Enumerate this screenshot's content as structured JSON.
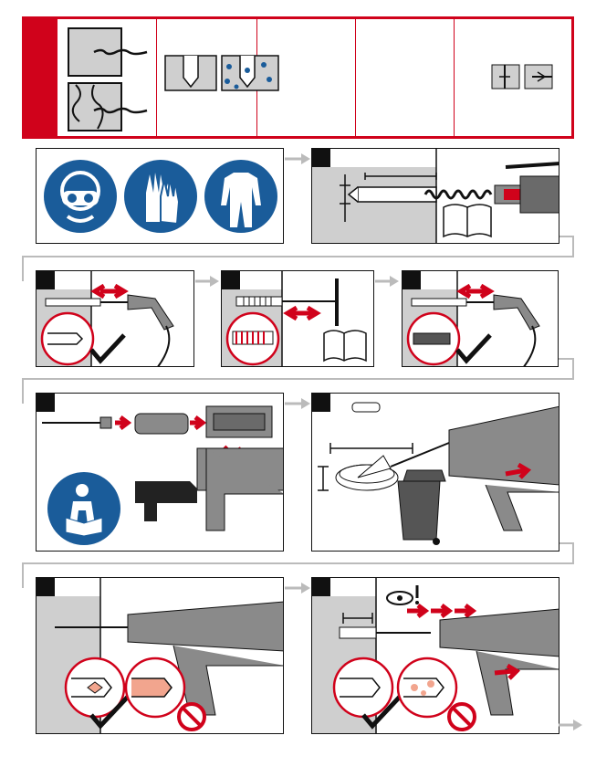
{
  "header": {
    "accent_color": "#d0021b",
    "cells": [
      {
        "icon": "concrete-cracked-uncracked-icon"
      },
      {
        "icon": "dry-wet-hole-icon"
      },
      {
        "icon": "empty-cell"
      },
      {
        "icon": "empty-cell"
      },
      {
        "icon": "anchor-rod-icon"
      }
    ]
  },
  "steps": [
    {
      "id": "ppe",
      "icons": [
        "safety-goggles-icon",
        "safety-gloves-icon",
        "protective-clothing-icon"
      ]
    },
    {
      "id": "drill",
      "icons": [
        "drill-icon",
        "manual-book-icon"
      ]
    },
    {
      "id": "blow-1",
      "icons": [
        "air-gun-icon",
        "check-mark-icon"
      ]
    },
    {
      "id": "brush",
      "icons": [
        "wire-brush-icon",
        "manual-book-icon"
      ]
    },
    {
      "id": "blow-2",
      "icons": [
        "air-gun-icon",
        "check-mark-icon"
      ]
    },
    {
      "id": "cartridge",
      "icons": [
        "mixer-icon",
        "foil-pack-icon",
        "dispenser-icon",
        "read-manual-icon"
      ]
    },
    {
      "id": "discard",
      "icons": [
        "dispenser-icon",
        "waste-bin-icon"
      ]
    },
    {
      "id": "inject",
      "icons": [
        "dispenser-icon",
        "check-mark-icon",
        "prohibited-icon"
      ]
    },
    {
      "id": "inject-fill",
      "icons": [
        "eye-icon",
        "dispenser-icon",
        "check-mark-icon",
        "prohibited-icon"
      ]
    }
  ],
  "colors": {
    "red": "#d0021b",
    "blue": "#1a5c9a",
    "concrete": "#cfcfcf",
    "tool": "#8a8a8a",
    "dark": "#111111"
  }
}
